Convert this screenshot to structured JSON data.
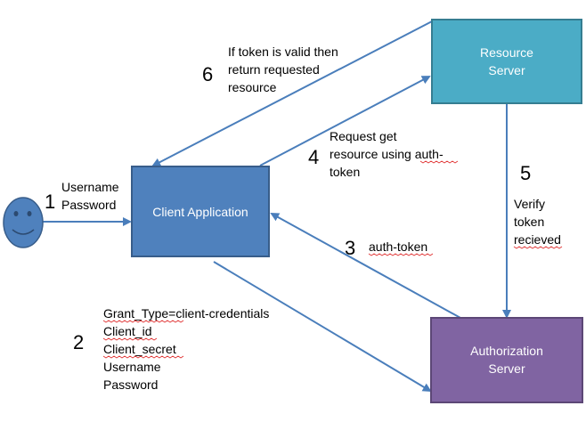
{
  "colors": {
    "client_box": "#4f81bd",
    "client_border": "#385d8a",
    "resource_box": "#4bacc6",
    "resource_border": "#357d91",
    "auth_box": "#8064a2",
    "auth_border": "#5c4776",
    "arrow": "#4a7ebb",
    "user_face": "#4f81bd"
  },
  "nodes": {
    "client": {
      "label": "Client Application"
    },
    "resource": {
      "line1": "Resource",
      "line2": "Server"
    },
    "auth": {
      "line1": "Authorization",
      "line2": "Server"
    }
  },
  "user_icon": "smiley-face-icon",
  "steps": [
    {
      "number": "1",
      "lines": [
        "Username",
        "Password"
      ]
    },
    {
      "number": "2",
      "lines": [
        "Grant_Type=client-credentials",
        "Client_id",
        "Client_secret",
        "Username",
        "Password"
      ]
    },
    {
      "number": "3",
      "lines": [
        "auth-token"
      ]
    },
    {
      "number": "4",
      "lines": [
        "Request get",
        "resource using auth-",
        "token"
      ]
    },
    {
      "number": "5",
      "lines": [
        "Verify",
        "token",
        "recieved"
      ]
    },
    {
      "number": "6",
      "lines": [
        "If token is valid then",
        "return requested",
        "resource"
      ]
    }
  ]
}
